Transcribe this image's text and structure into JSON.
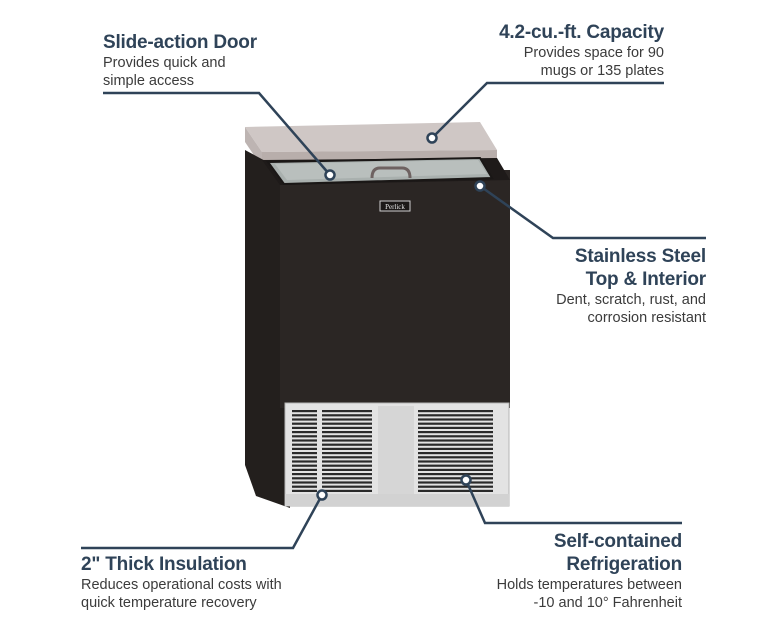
{
  "callouts": {
    "slide_door": {
      "title": "Slide-action Door",
      "desc_lines": [
        "Provides quick and",
        "simple access"
      ]
    },
    "capacity": {
      "title": "4.2-cu.-ft. Capacity",
      "desc_lines": [
        "Provides space for 90",
        "mugs or 135 plates"
      ]
    },
    "stainless": {
      "title_lines": [
        "Stainless Steel",
        "Top & Interior"
      ],
      "desc_lines": [
        "Dent, scratch, rust, and",
        "corrosion resistant"
      ]
    },
    "insulation": {
      "title": "2\" Thick Insulation",
      "desc_lines": [
        "Reduces operational costs with",
        "quick temperature recovery"
      ]
    },
    "refrigeration": {
      "title_lines": [
        "Self-contained",
        "Refrigeration"
      ],
      "desc_lines": [
        "Holds temperatures between",
        "-10 and 10° Fahrenheit"
      ]
    }
  },
  "product": {
    "brand_badge": "Perlick"
  },
  "colors": {
    "accent": "#2f4358",
    "cabinet": "#2b2624",
    "steel": "#c9c1bf",
    "grille": "#d9d9d9"
  }
}
